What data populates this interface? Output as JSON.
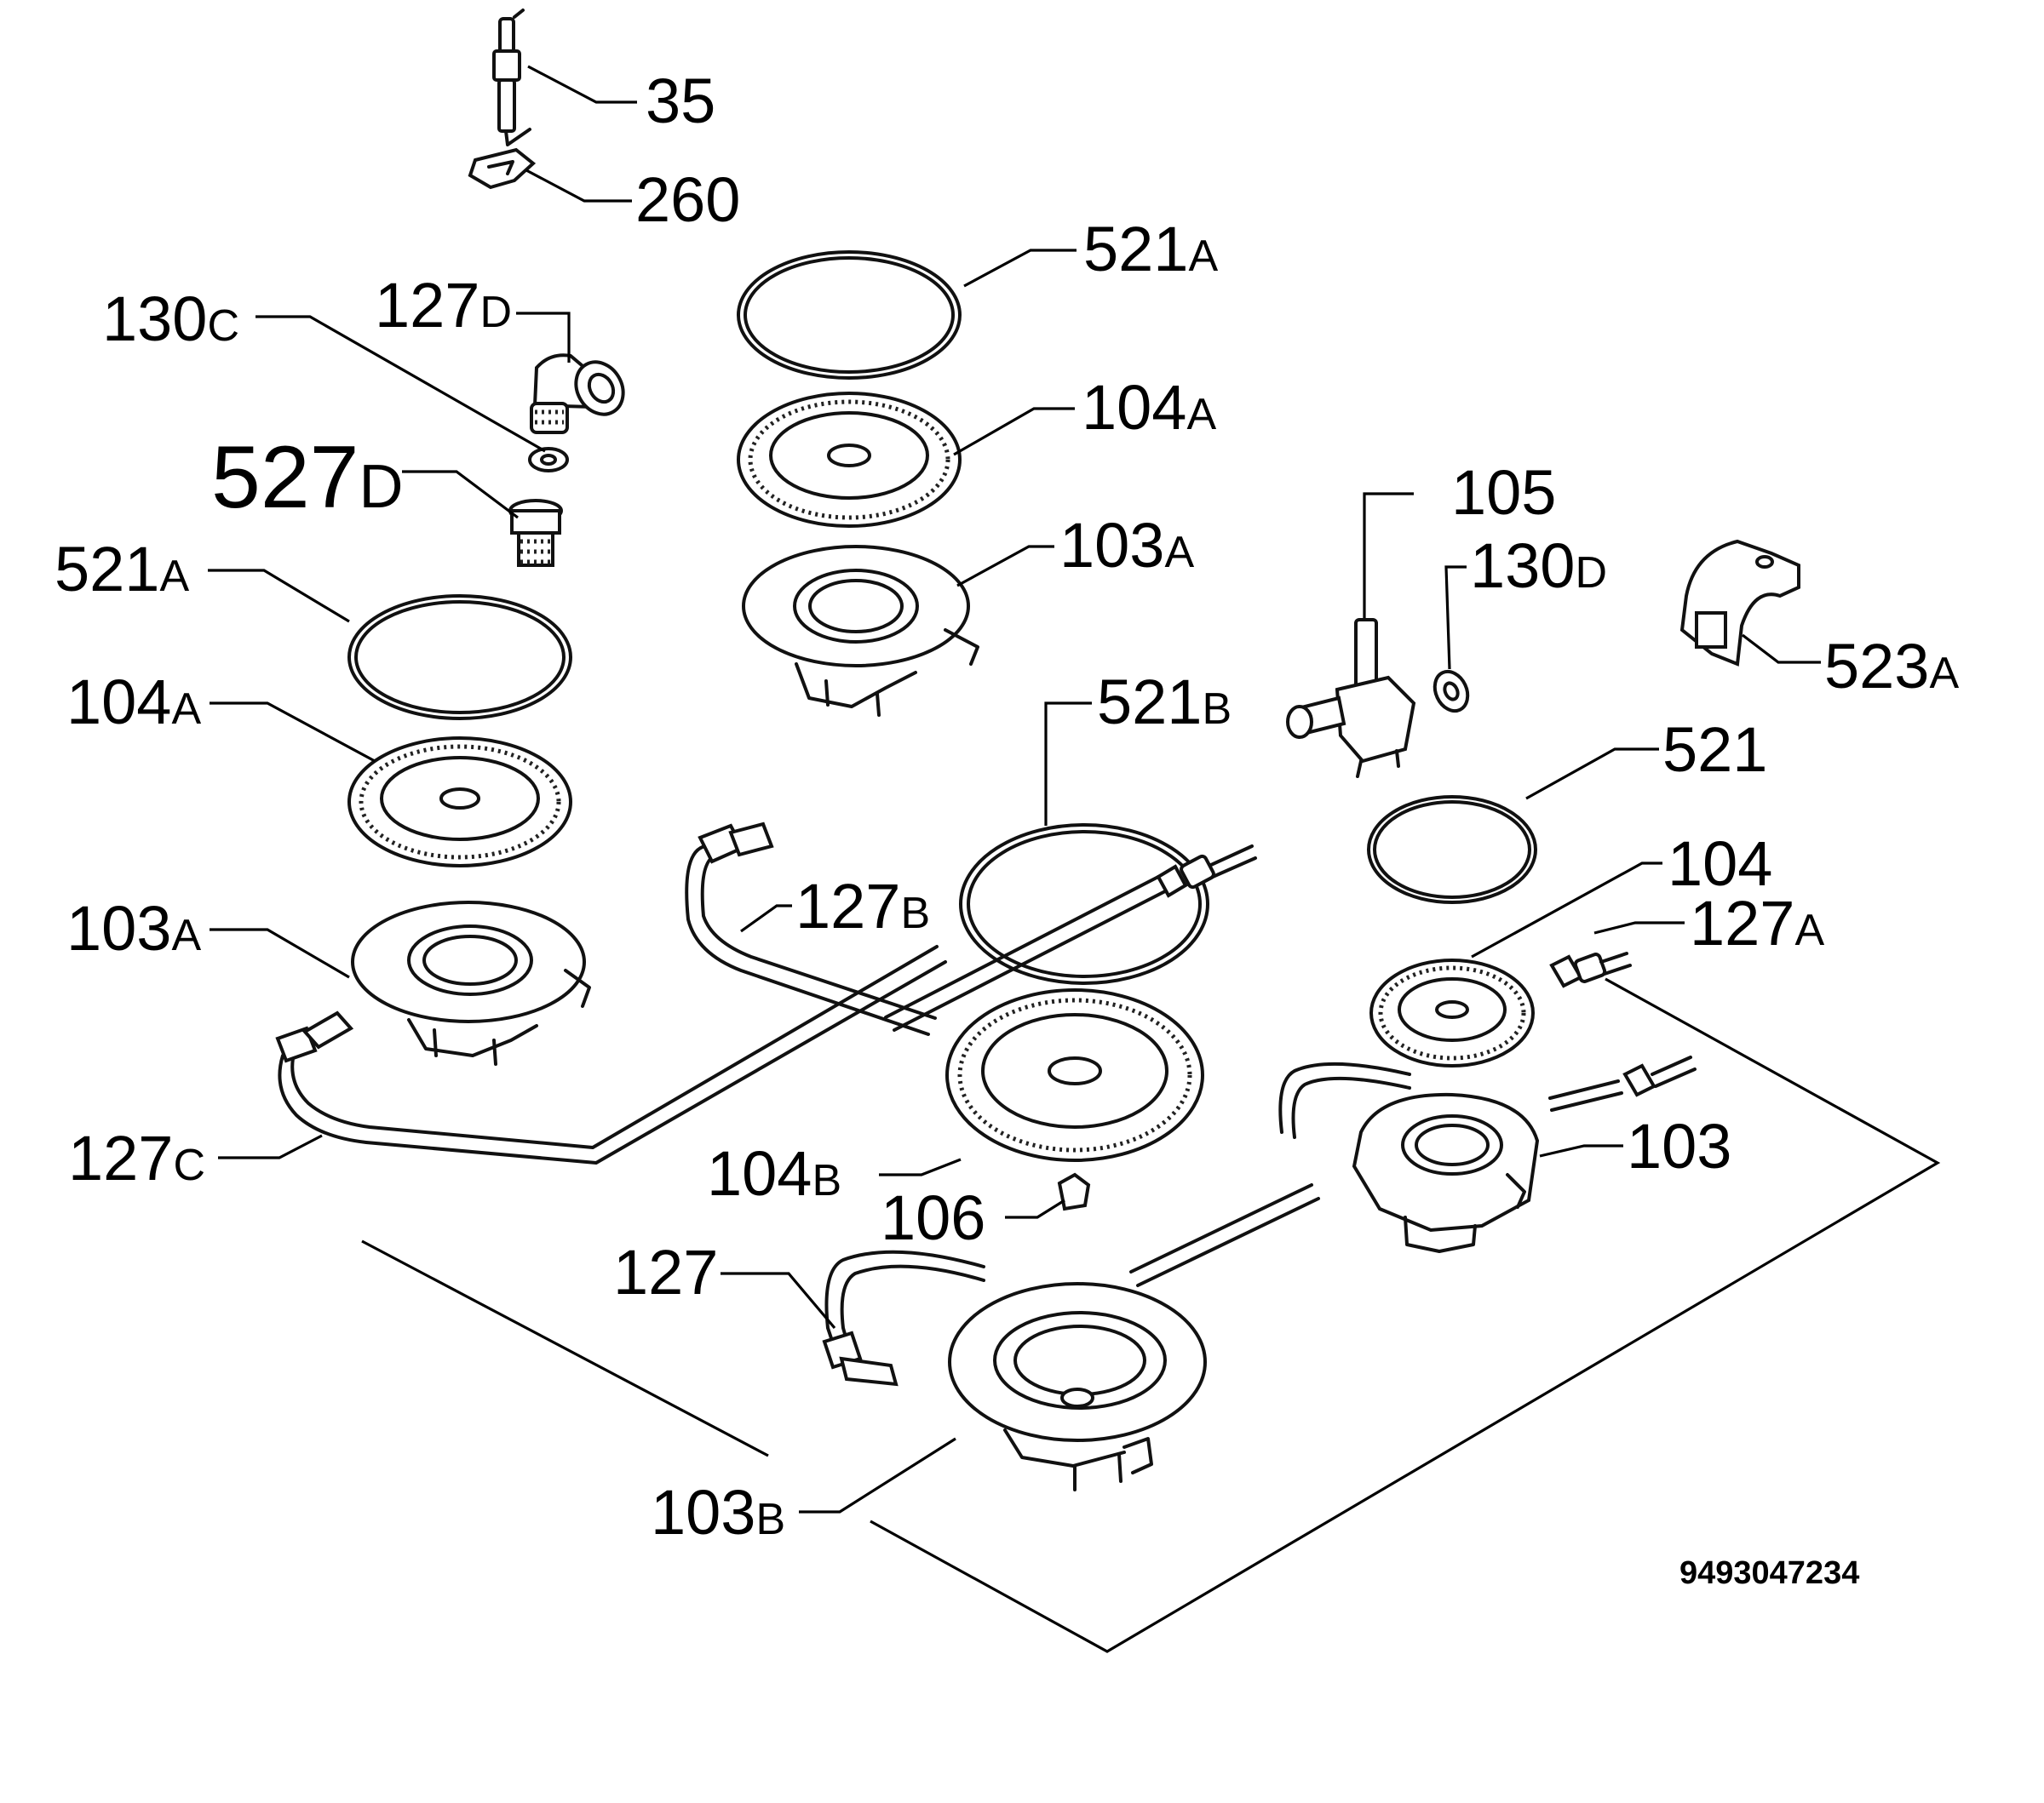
{
  "document_number": "9493047234",
  "callouts": [
    {
      "id": "c35",
      "num": "35",
      "suffix": ""
    },
    {
      "id": "c260",
      "num": "260",
      "suffix": ""
    },
    {
      "id": "c521a_top",
      "num": "521",
      "suffix": "A"
    },
    {
      "id": "c127d",
      "num": "127",
      "suffix": "D"
    },
    {
      "id": "c130c",
      "num": "130",
      "suffix": "C"
    },
    {
      "id": "c104a_top",
      "num": "104",
      "suffix": "A"
    },
    {
      "id": "c527d",
      "num": "527",
      "suffix": "D"
    },
    {
      "id": "c105",
      "num": "105",
      "suffix": ""
    },
    {
      "id": "c521a_left",
      "num": "521",
      "suffix": "A"
    },
    {
      "id": "c103a_top",
      "num": "103",
      "suffix": "A"
    },
    {
      "id": "c130d",
      "num": "130",
      "suffix": "D"
    },
    {
      "id": "c523a",
      "num": "523",
      "suffix": "A"
    },
    {
      "id": "c104a_left",
      "num": "104",
      "suffix": "A"
    },
    {
      "id": "c521b",
      "num": "521",
      "suffix": "B"
    },
    {
      "id": "c521",
      "num": "521",
      "suffix": ""
    },
    {
      "id": "c104",
      "num": "104",
      "suffix": ""
    },
    {
      "id": "c127b",
      "num": "127",
      "suffix": "B"
    },
    {
      "id": "c103a_left",
      "num": "103",
      "suffix": "A"
    },
    {
      "id": "c127a",
      "num": "127",
      "suffix": "A"
    },
    {
      "id": "c127c",
      "num": "127",
      "suffix": "C"
    },
    {
      "id": "c103",
      "num": "103",
      "suffix": ""
    },
    {
      "id": "c104b",
      "num": "104",
      "suffix": "B"
    },
    {
      "id": "c106",
      "num": "106",
      "suffix": ""
    },
    {
      "id": "c127",
      "num": "127",
      "suffix": ""
    },
    {
      "id": "c103b",
      "num": "103",
      "suffix": "B"
    }
  ]
}
